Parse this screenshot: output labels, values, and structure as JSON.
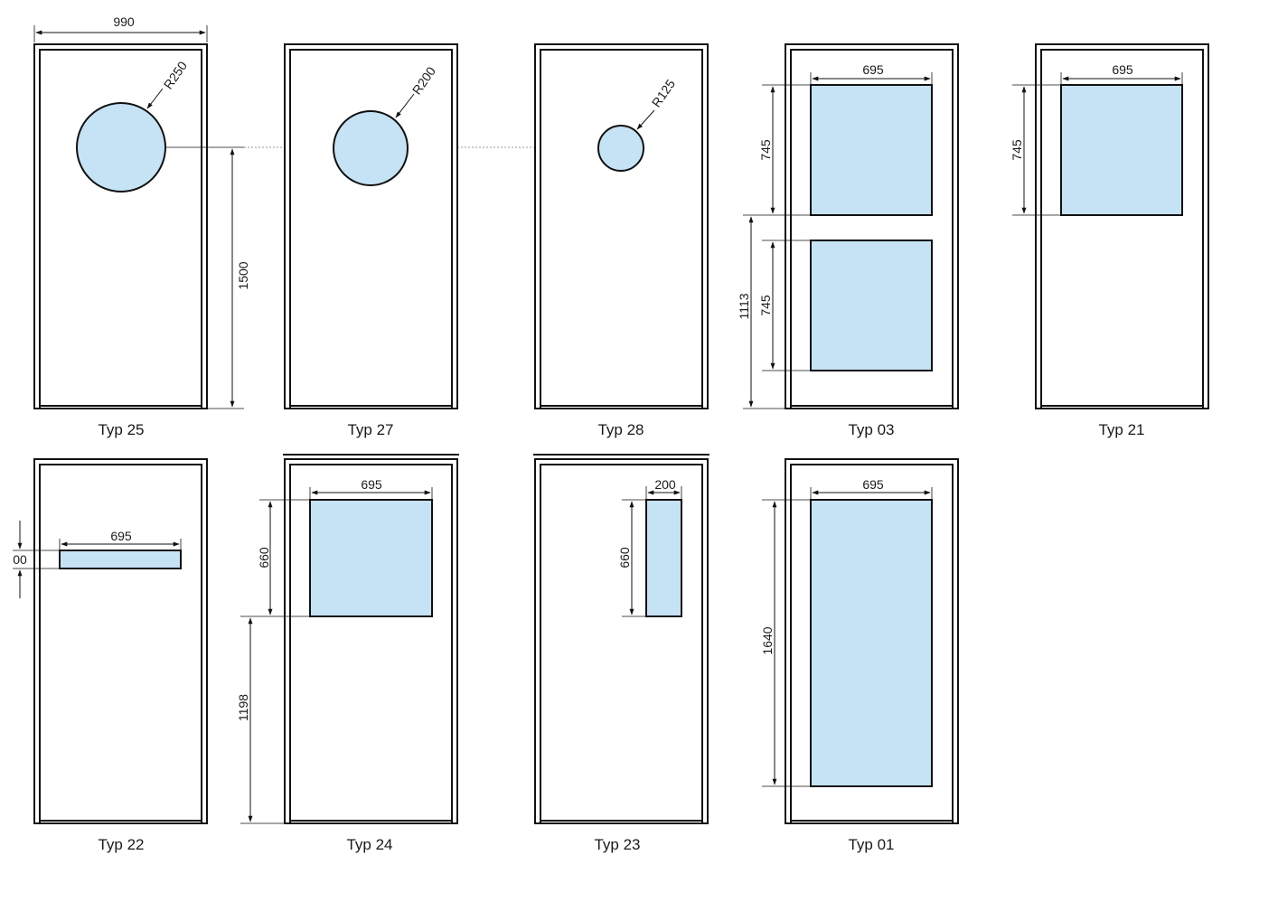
{
  "doors": [
    {
      "id": "typ25",
      "label": "Typ 25"
    },
    {
      "id": "typ27",
      "label": "Typ 27"
    },
    {
      "id": "typ28",
      "label": "Typ 28"
    },
    {
      "id": "typ03",
      "label": "Typ 03"
    },
    {
      "id": "typ21",
      "label": "Typ 21"
    },
    {
      "id": "typ22",
      "label": "Typ 22"
    },
    {
      "id": "typ24",
      "label": "Typ 24"
    },
    {
      "id": "typ23",
      "label": "Typ 23"
    },
    {
      "id": "typ01",
      "label": "Typ 01"
    }
  ],
  "dimensions": {
    "door_width": "990",
    "sill_height_round": "1500",
    "radius_typ25": "R250",
    "radius_typ27": "R200",
    "radius_typ28": "R125",
    "glass_width": "695",
    "glass_height_typ03_upper": "745",
    "glass_height_typ03_lower": "745",
    "sill_height_typ03": "1113",
    "glass_height_typ21": "745",
    "glass_height_typ22": "00",
    "glass_height_typ24": "660",
    "sill_height_typ24": "1198",
    "glass_width_typ23": "200",
    "glass_height_typ23": "660",
    "glass_height_typ01": "1640"
  },
  "colors": {
    "glass": "#c6e2f5",
    "line": "#111111",
    "background": "#ffffff"
  }
}
